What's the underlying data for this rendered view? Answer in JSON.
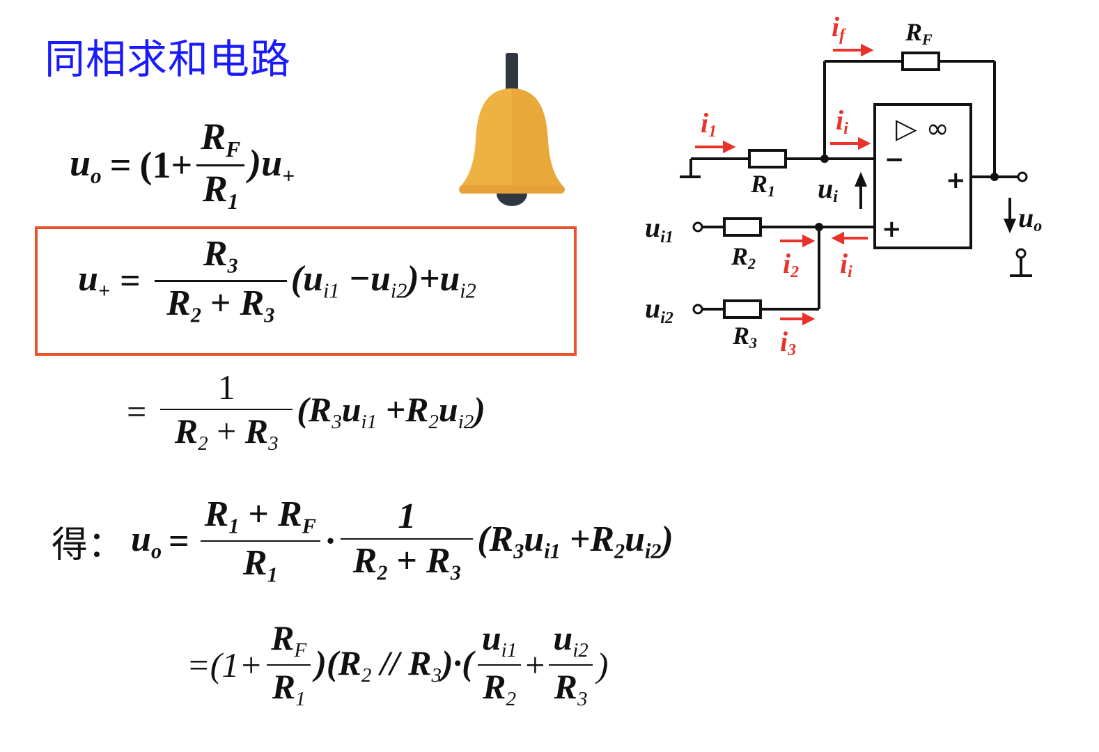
{
  "title": "同相求和电路",
  "eq1": {
    "lhs_var": "u",
    "lhs_sub": "o",
    "eq": "=",
    "open": "(1+",
    "num": "R",
    "num_sub": "F",
    "den": "R",
    "den_sub": "1",
    "close": ")u",
    "close_sub": "+"
  },
  "eq2": {
    "lhs_var": "u",
    "lhs_sub": "+",
    "eq": "=",
    "num": "R",
    "num_sub": "3",
    "den_a": "R",
    "den_a_sub": "2",
    "den_plus": "+",
    "den_b": "R",
    "den_b_sub": "3",
    "paren_open": "(u",
    "t1_sub": "i1",
    "minus": "−u",
    "t2_sub": "i2",
    "paren_close": ")+u",
    "t3_sub": "i2"
  },
  "eq3": {
    "eq": "=",
    "num": "1",
    "den_a": "R",
    "den_a_sub": "2",
    "den_plus": "+",
    "den_b": "R",
    "den_b_sub": "3",
    "p_open": "(R",
    "p1_sub": "3",
    "p1_var": "u",
    "p1_vsub": "i1",
    "plus": "+R",
    "p2_sub": "2",
    "p2_var": "u",
    "p2_vsub": "i2",
    "p_close": ")"
  },
  "eq4": {
    "prefix": "得：",
    "lhs_var": "u",
    "lhs_sub": "o",
    "eq": "=",
    "f1_num_a": "R",
    "f1_num_a_sub": "1",
    "f1_num_plus": "+",
    "f1_num_b": "R",
    "f1_num_b_sub": "F",
    "f1_den": "R",
    "f1_den_sub": "1",
    "dot": "·",
    "f2_num": "1",
    "f2_den_a": "R",
    "f2_den_a_sub": "2",
    "f2_den_plus": "+",
    "f2_den_b": "R",
    "f2_den_b_sub": "3",
    "p_open": "(R",
    "p1_sub": "3",
    "p1_var": "u",
    "p1_vsub": "i1",
    "plus": "+R",
    "p2_sub": "2",
    "p2_var": "u",
    "p2_vsub": "i2",
    "p_close": ")"
  },
  "eq5": {
    "eq": "=(1+",
    "f1_num": "R",
    "f1_num_sub": "F",
    "f1_den": "R",
    "f1_den_sub": "1",
    "mid_open": ")(R",
    "mid_a_sub": "2",
    "par": " // R",
    "mid_b_sub": "3",
    "mid_close": ")·(",
    "f2_num": "u",
    "f2_num_sub": "i1",
    "f2_den": "R",
    "f2_den_sub": "2",
    "plus": "+",
    "f3_num": "u",
    "f3_num_sub": "i2",
    "f3_den": "R",
    "f3_den_sub": "3",
    "close": ")"
  },
  "circuit": {
    "i_f": "i",
    "i_f_sub": "f",
    "RF": "R",
    "RF_sub": "F",
    "i1": "i",
    "i1_sub": "1",
    "ii_top": "i",
    "ii_top_sub": "i",
    "R1": "R",
    "R1_sub": "1",
    "ui": "u",
    "ui_sub": "i",
    "amp_sym": "▷ ∞",
    "minus": "−",
    "plus_in": "+",
    "plus_out": "+",
    "ui1": "u",
    "ui1_sub": "i1",
    "R2": "R",
    "R2_sub": "2",
    "i2": "i",
    "i2_sub": "2",
    "ii_bot": "i",
    "ii_bot_sub": "i",
    "uo": "u",
    "uo_sub": "o",
    "ui2": "u",
    "ui2_sub": "i2",
    "R3": "R",
    "R3_sub": "3",
    "i3": "i",
    "i3_sub": "3"
  },
  "colors": {
    "title": "#1a1aff",
    "box": "#e8532e",
    "current": "#e8322a",
    "bell": "#e8a93a"
  },
  "icons": {
    "bell": "bell-icon"
  }
}
